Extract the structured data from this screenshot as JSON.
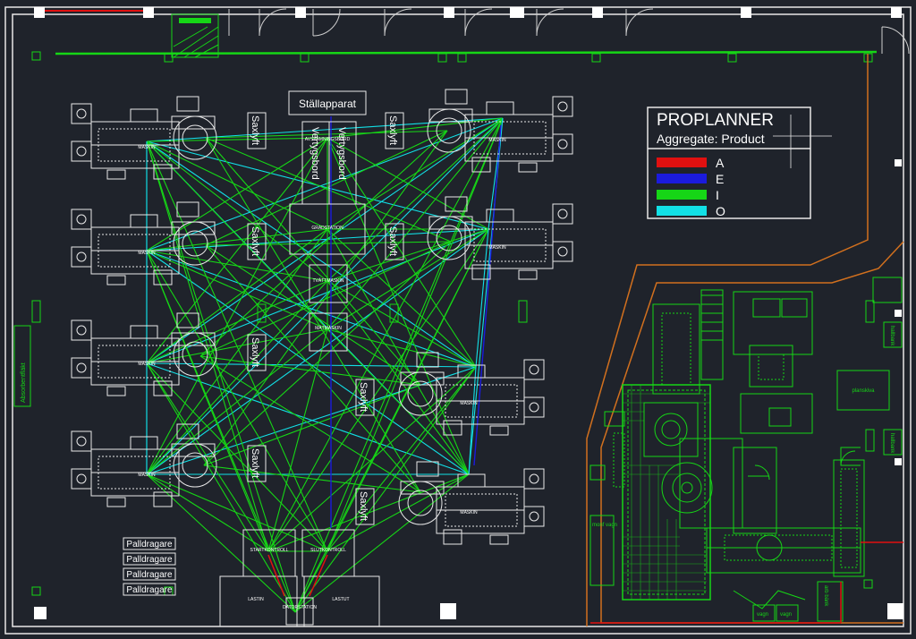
{
  "title": "PROPLANNER",
  "subtitle": "Aggregate: Product",
  "legend": [
    {
      "code": "A",
      "color": "#e01010"
    },
    {
      "code": "E",
      "color": "#1b1bdd"
    },
    {
      "code": "I",
      "color": "#16d616"
    },
    {
      "code": "O",
      "color": "#12e0e6"
    }
  ],
  "labels": {
    "stallapparat": "Ställapparat",
    "saxlyft": "Saxlyft",
    "vertygsbord": "Vertygsbord",
    "avstamningsbord": "AVSTÄMNINGSBORD",
    "gradstation": "GRADSTATION",
    "tvattmaskin": "TVÄTTMASKIN",
    "matmaskin": "MÄTMASKIN",
    "palldragare": "Palldragare",
    "startkontroll": "STARTKONTROLL",
    "slutkontroll": "SLUTKONTROLL",
    "lastin": "LASTIN",
    "lastut": "LASTUT",
    "datorstation": "DATORSTATION",
    "maskin": "MASKIN",
    "absorbent": "Absorbentfläkt",
    "planskiva": "planskiva",
    "hallbank": "hallbank",
    "monf_vagn": "monf vagn",
    "vagn": "vagn",
    "arbbank": "arb bänk"
  },
  "colors": {
    "bg": "#1f232b",
    "wall": "#e8e8e8",
    "orange": "#d2701e",
    "green": "#16d616",
    "cyan": "#12e0e6",
    "blue": "#1b1bdd",
    "red": "#e01010"
  }
}
